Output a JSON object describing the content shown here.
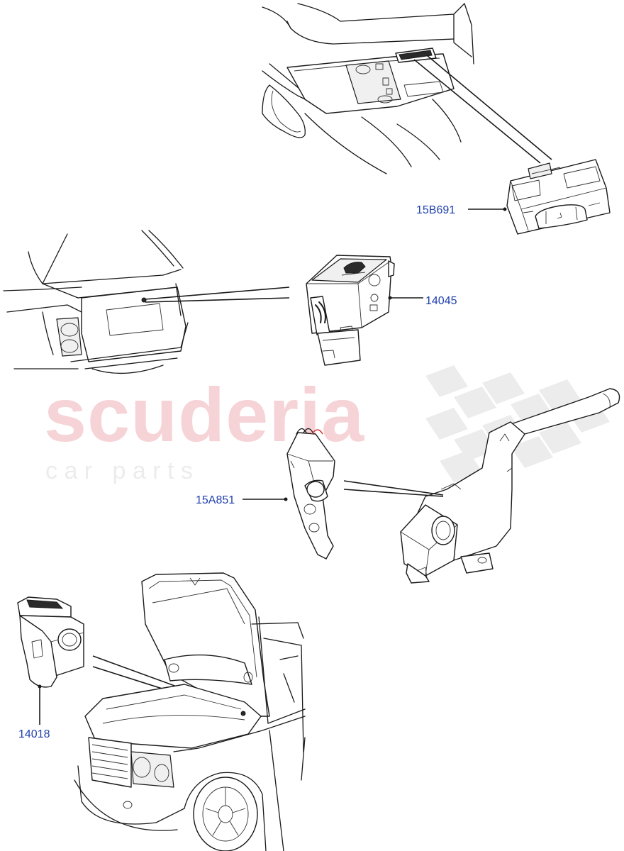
{
  "watermark": {
    "brand": "scuderia",
    "tagline": "c a r   p a r t s"
  },
  "callouts": [
    {
      "id": "15B691",
      "label": "15B691",
      "component": "overhead-console-switch"
    },
    {
      "id": "14045",
      "label": "14045",
      "component": "tailgate-release-switch"
    },
    {
      "id": "15A851",
      "label": "15A851",
      "component": "handbrake-warning-switch"
    },
    {
      "id": "14018",
      "label": "14018",
      "component": "bonnet-switch"
    }
  ],
  "colors": {
    "label": "#1f3fae",
    "line": "#1a1a1a",
    "watermark_red": "#f6d3d6",
    "watermark_grey": "#ececec",
    "accent_red": "#d23a3a"
  }
}
